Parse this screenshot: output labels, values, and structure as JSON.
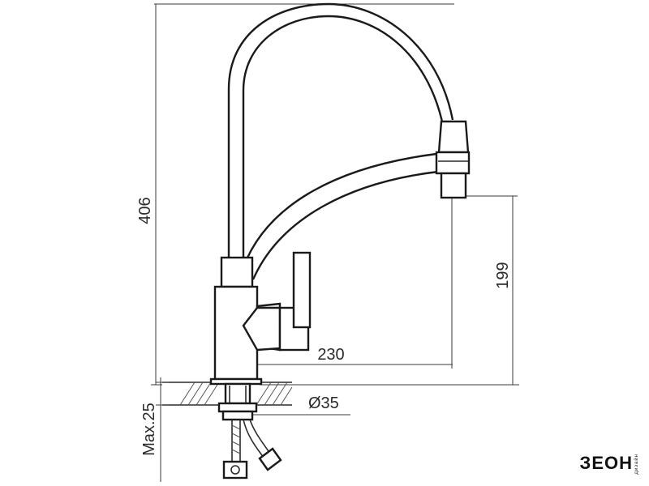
{
  "dimensions": {
    "total_height": "406",
    "spout_height": "199",
    "reach": "230",
    "hole_diameter": "Ø35",
    "max_worktop": "Max.25"
  },
  "logo": {
    "main": "ЗЕОН",
    "sub": "дизайн"
  }
}
